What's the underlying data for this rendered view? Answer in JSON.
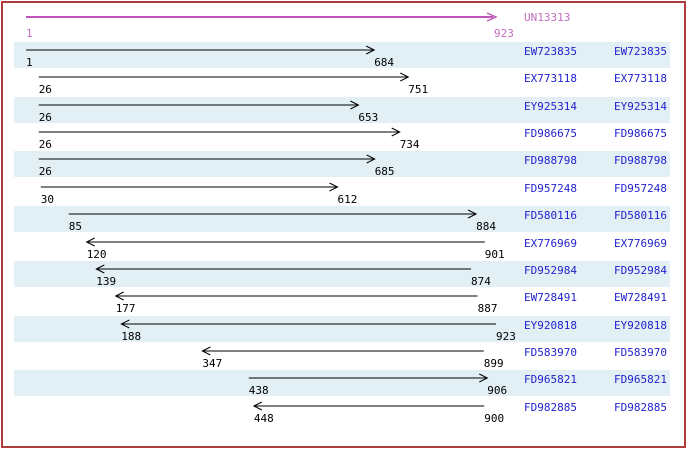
{
  "chart_data": {
    "type": "bar",
    "subtype": "horizontal-span-alignment",
    "title": "",
    "axis": {
      "min": 1,
      "max": 923
    },
    "grid": false,
    "legend": false,
    "reference": {
      "label": "UN13313",
      "start": 1,
      "end": 923,
      "strand": "+"
    },
    "series": [
      {
        "name": "EW723835",
        "start": 1,
        "end": 684,
        "strand": "+"
      },
      {
        "name": "EX773118",
        "start": 26,
        "end": 751,
        "strand": "+"
      },
      {
        "name": "EY925314",
        "start": 26,
        "end": 653,
        "strand": "+"
      },
      {
        "name": "FD986675",
        "start": 26,
        "end": 734,
        "strand": "+"
      },
      {
        "name": "FD988798",
        "start": 26,
        "end": 685,
        "strand": "+"
      },
      {
        "name": "FD957248",
        "start": 30,
        "end": 612,
        "strand": "+"
      },
      {
        "name": "FD580116",
        "start": 85,
        "end": 884,
        "strand": "+"
      },
      {
        "name": "EX776969",
        "start": 120,
        "end": 901,
        "strand": "-"
      },
      {
        "name": "FD952984",
        "start": 139,
        "end": 874,
        "strand": "-"
      },
      {
        "name": "EW728491",
        "start": 177,
        "end": 887,
        "strand": "-"
      },
      {
        "name": "EY920818",
        "start": 188,
        "end": 923,
        "strand": "-"
      },
      {
        "name": "FD583970",
        "start": 347,
        "end": 899,
        "strand": "-"
      },
      {
        "name": "FD965821",
        "start": 438,
        "end": 906,
        "strand": "+"
      },
      {
        "name": "FD982885",
        "start": 448,
        "end": 900,
        "strand": "-"
      }
    ],
    "layout_hints": {
      "id_shown_twice_per_row": true,
      "alternating_row_bands_on_odd_rows": true,
      "arrow_head_indicates_strand_direction": true
    }
  },
  "colors": {
    "band": "#e2eff5",
    "border": "#ad3c3c",
    "id_text": "#1f1fcf",
    "ruler_arrow": "#bf55b8",
    "ruler_text": "#c06ec0",
    "arrow": "#000000"
  }
}
